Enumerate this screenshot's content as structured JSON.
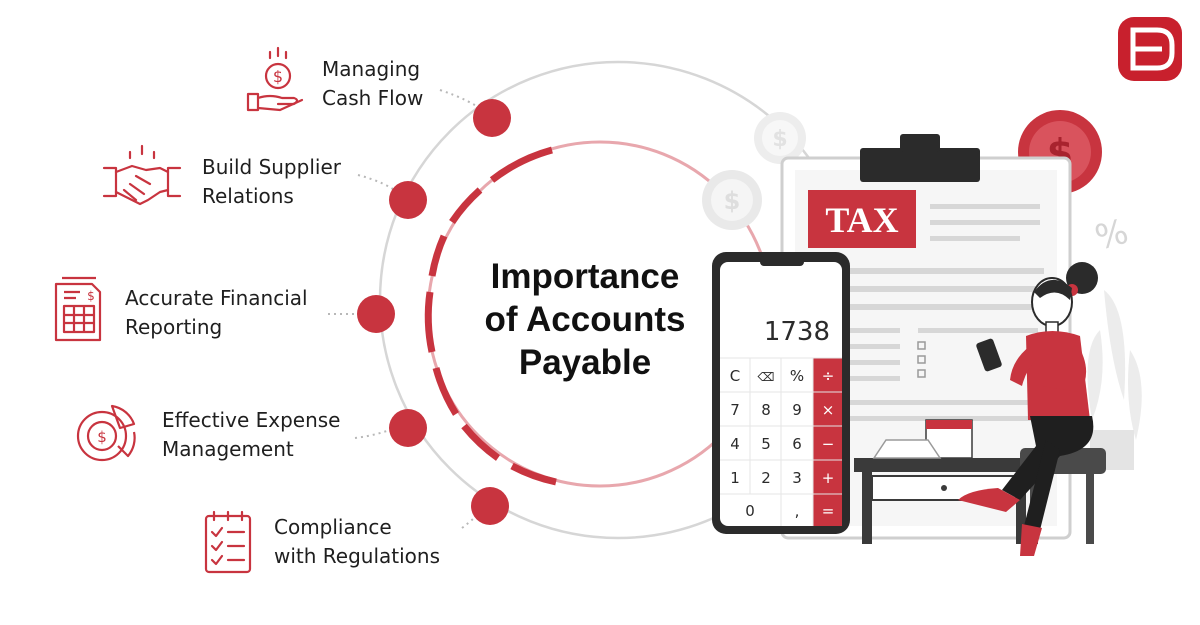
{
  "title": {
    "line1": "Importance",
    "line2": "of Accounts",
    "line3": "Payable"
  },
  "items": [
    {
      "line1": "Managing",
      "line2": "Cash Flow",
      "icon": "cash-hand-icon"
    },
    {
      "line1": "Build Supplier",
      "line2": "Relations",
      "icon": "handshake-icon"
    },
    {
      "line1": "Accurate Financial",
      "line2": "Reporting",
      "icon": "financial-report-icon"
    },
    {
      "line1": "Effective Expense",
      "line2": "Management",
      "icon": "expense-chart-icon"
    },
    {
      "line1": "Compliance",
      "line2": "with Regulations",
      "icon": "checklist-icon"
    }
  ],
  "illustration": {
    "tax_label": "TAX",
    "calculator": {
      "display": "1738",
      "keys": [
        "C",
        "⌫",
        "%",
        "÷",
        "7",
        "8",
        "9",
        "×",
        "4",
        "5",
        "6",
        "−",
        "1",
        "2",
        "3",
        "+",
        "0",
        ",",
        "="
      ]
    }
  },
  "colors": {
    "accent": "#c8343f",
    "dark_accent": "#9e1f2a",
    "ring": "#cfcfcf",
    "dark": "#2b2b2b"
  }
}
